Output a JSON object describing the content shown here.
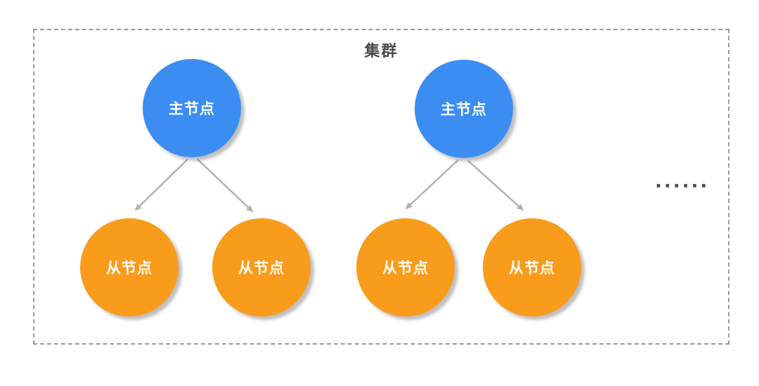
{
  "diagram": {
    "title": "集群",
    "ellipsis": "......",
    "groups": [
      {
        "master": {
          "label": "主节点"
        },
        "slaves": [
          {
            "label": "从节点"
          },
          {
            "label": "从节点"
          }
        ]
      },
      {
        "master": {
          "label": "主节点"
        },
        "slaves": [
          {
            "label": "从节点"
          },
          {
            "label": "从节点"
          }
        ]
      }
    ],
    "colors": {
      "master_fill": "#3b8df2",
      "slave_fill": "#f99c1b",
      "arrow": "#b3b3b3",
      "border": "#9a9a9a",
      "title_text": "#4a4a4a",
      "node_text": "#ffffff"
    }
  }
}
